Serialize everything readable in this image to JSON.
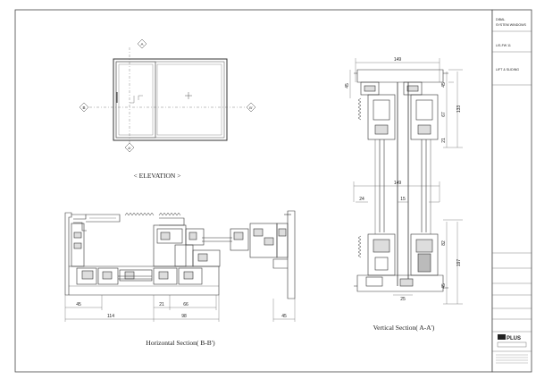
{
  "title_block": {
    "project_value": "DIBAL\nSYSTEM WINDOWS",
    "drawing_no": "LIS-FW 11",
    "description": "LIFT & SLIDING",
    "company_brand": "PLUS"
  },
  "views": {
    "elevation": {
      "caption": "< ELEVATION >",
      "markers": [
        "A",
        "A'",
        "B",
        "B'"
      ]
    },
    "horizontal_section": {
      "caption": "Horizontal Section( B-B')",
      "dims": [
        "45",
        "114",
        "21",
        "66",
        "98",
        "45"
      ]
    },
    "vertical_section": {
      "caption": "Vertical Section( A-A')",
      "dims_top": [
        "149",
        "45",
        "133",
        "67",
        "21"
      ],
      "dims_bottom": [
        "149",
        "24",
        "15",
        "82",
        "197",
        "45",
        "25"
      ],
      "dims_left": [
        "45"
      ]
    }
  }
}
